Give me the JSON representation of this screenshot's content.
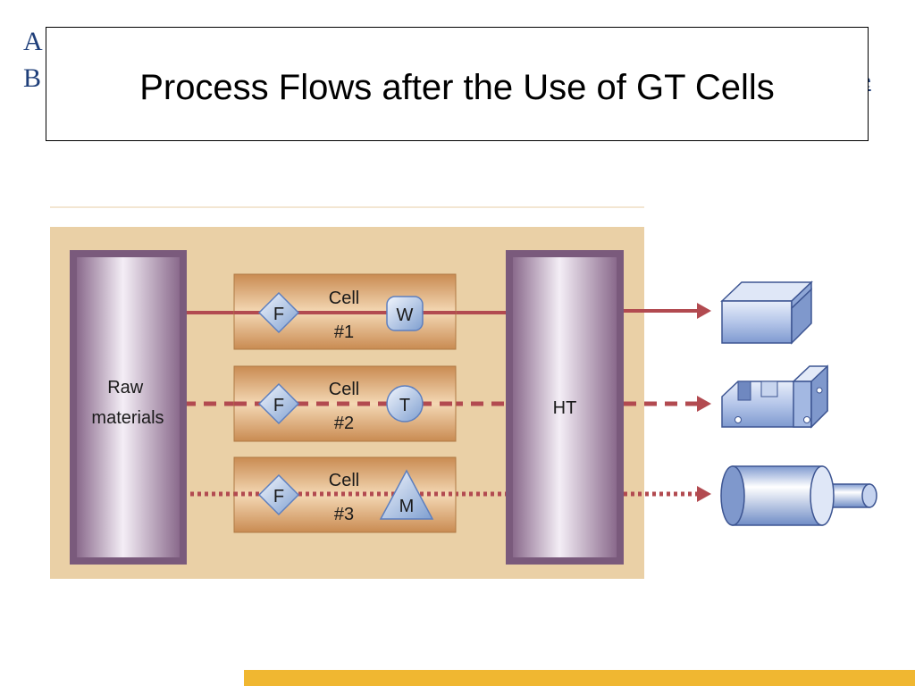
{
  "background_text": {
    "line_a": "A",
    "line_b": "B",
    "link_fragment": "e"
  },
  "slide": {
    "title": "Process Flows after the Use of GT Cells"
  },
  "diagram": {
    "source_block": "Raw\nmaterials",
    "destination_block": "HT",
    "cells": [
      {
        "name": "Cell",
        "number": "#1",
        "first_op": "F",
        "second_op": "W",
        "second_shape": "rounded-square-icon",
        "line_style": "solid"
      },
      {
        "name": "Cell",
        "number": "#2",
        "first_op": "F",
        "second_op": "T",
        "second_shape": "circle-icon",
        "line_style": "dashed"
      },
      {
        "name": "Cell",
        "number": "#3",
        "first_op": "F",
        "second_op": "M",
        "second_shape": "triangle-icon",
        "line_style": "dotted"
      }
    ],
    "products": [
      "angle-bracket-part-icon",
      "notched-block-part-icon",
      "stepped-shaft-part-icon"
    ],
    "colors": {
      "panel": "#e8cfa6",
      "column": "#a884a8",
      "cell_bg": "#d89a5c",
      "flow_line": "#b24a50",
      "machine_shape": "#8fb0dc"
    }
  }
}
